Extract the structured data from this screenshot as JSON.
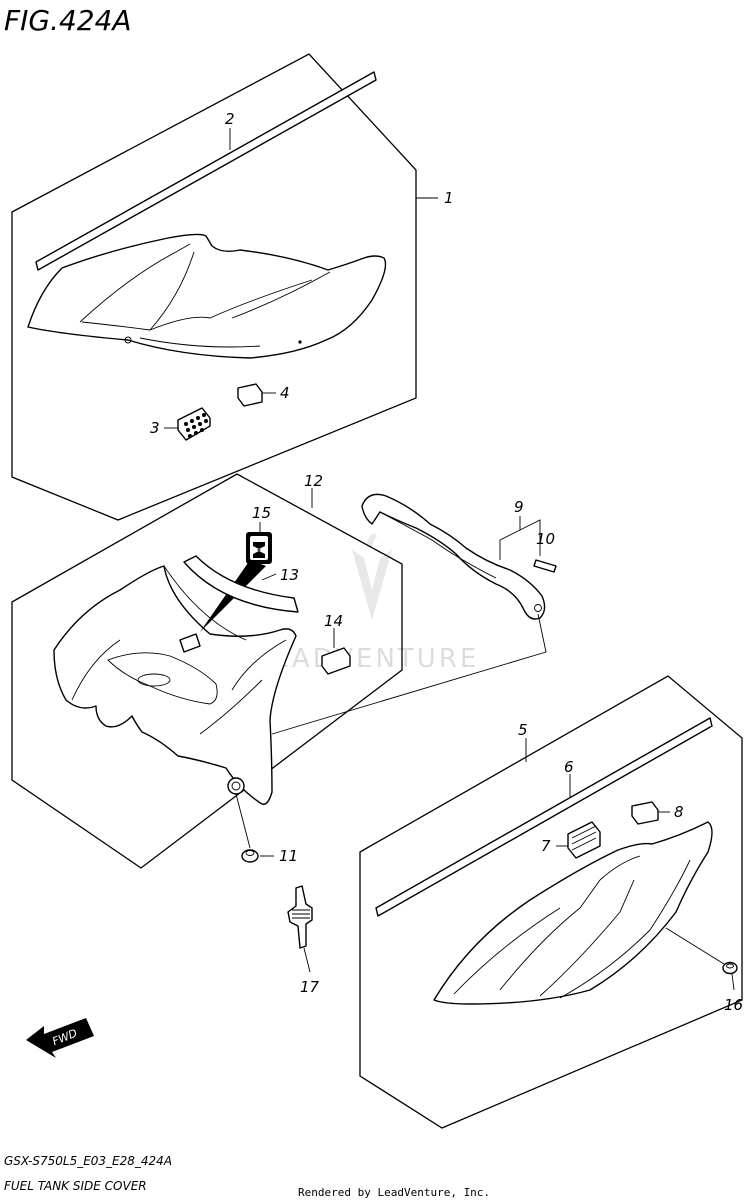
{
  "figure": {
    "title": "FIG.424A",
    "model_code": "GSX-S750L5_E03_E28_424A",
    "caption": "FUEL TANK SIDE COVER",
    "credit": "Rendered by LeadVenture, Inc.",
    "watermark": "LEADVENTURE"
  },
  "callouts": {
    "c1": "1",
    "c2": "2",
    "c3": "3",
    "c4": "4",
    "c5": "5",
    "c6": "6",
    "c7": "7",
    "c8": "8",
    "c9": "9",
    "c10": "10",
    "c11": "11",
    "c12": "12",
    "c13": "13",
    "c14": "14",
    "c15": "15",
    "c16": "16",
    "c17": "17"
  },
  "direction_arrow": {
    "label": "FWD"
  }
}
